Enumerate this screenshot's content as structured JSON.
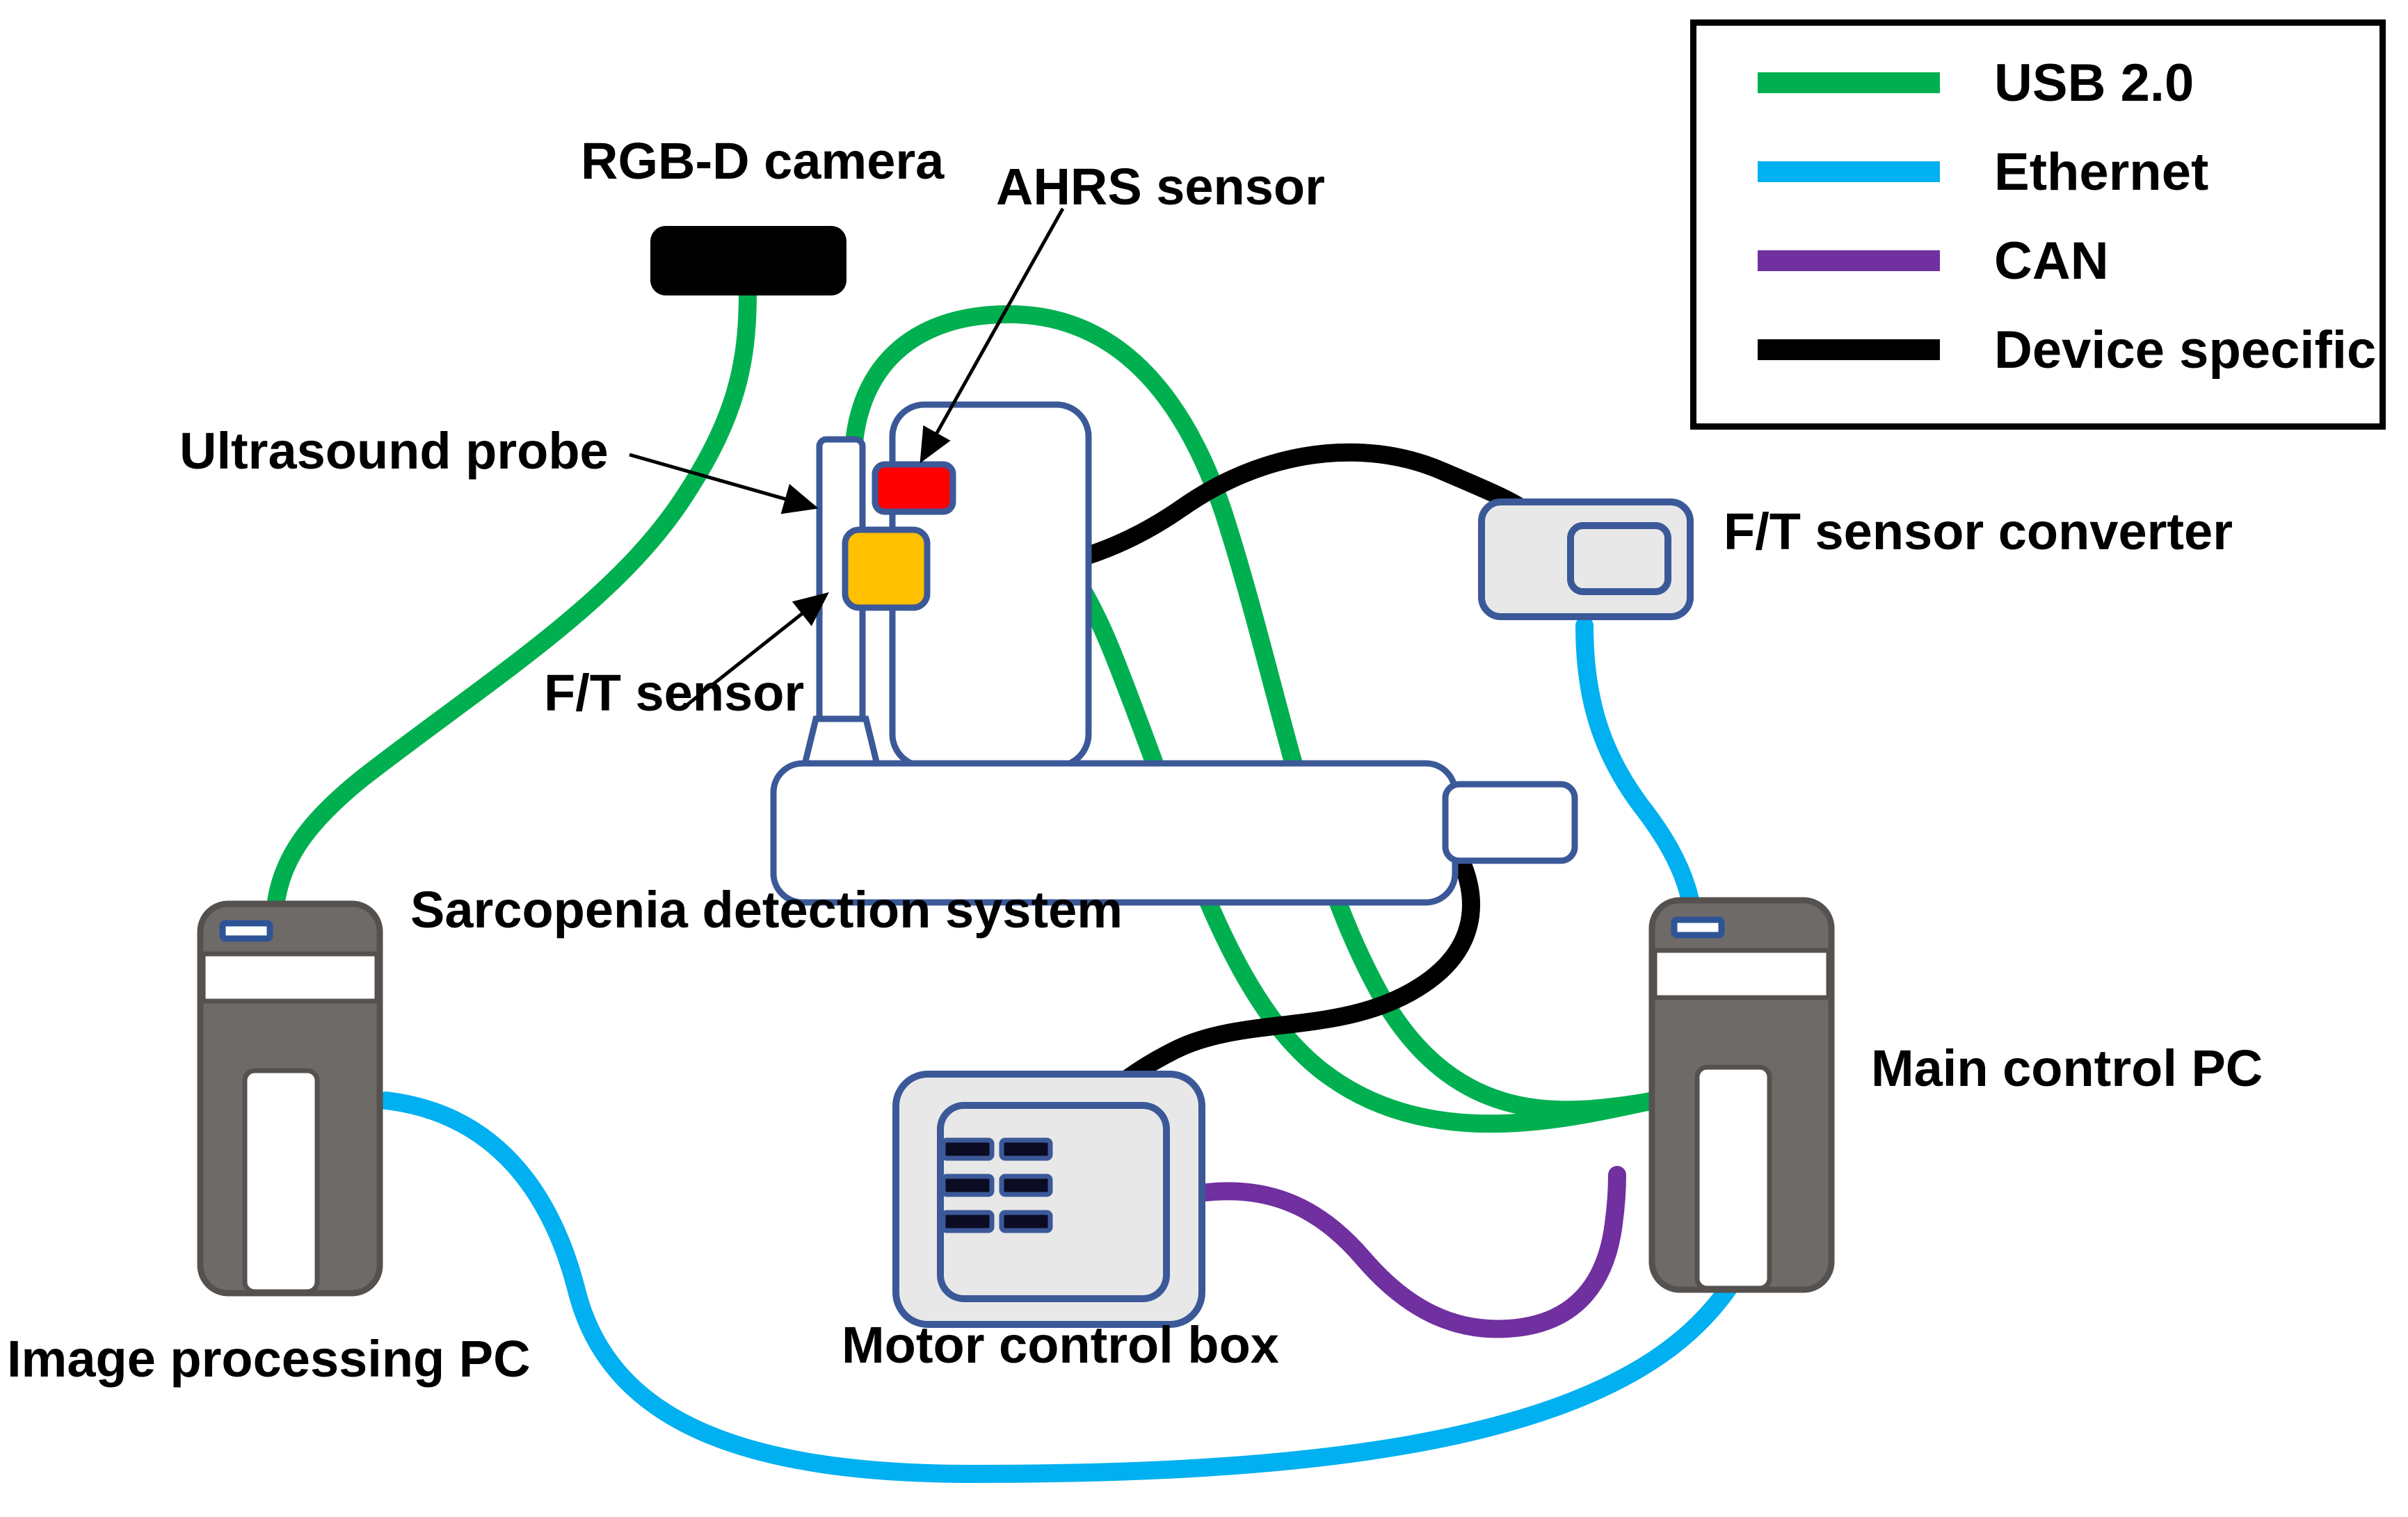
{
  "diagram": {
    "title": "Sarcopenia detection system connection diagram",
    "colors": {
      "usb": "#00B050",
      "ethernet": "#00B0F0",
      "can": "#7030A0",
      "device_specific": "#000000",
      "device_outline": "#3B5998",
      "device_fill": "#E8E8E8",
      "pc_body": "#6E6A67",
      "ahrs": "#FF0000",
      "ft_sensor": "#FFC000",
      "camera": "#000000"
    }
  },
  "legend": {
    "items": [
      {
        "label": "USB 2.0",
        "color": "#00B050",
        "icon": "line-swatch-icon"
      },
      {
        "label": "Ethernet",
        "color": "#00B0F0",
        "icon": "line-swatch-icon"
      },
      {
        "label": "CAN",
        "color": "#7030A0",
        "icon": "line-swatch-icon"
      },
      {
        "label": "Device specific",
        "color": "#000000",
        "icon": "line-swatch-icon"
      }
    ]
  },
  "labels": {
    "rgbd_camera": "RGB-D camera",
    "ahrs_sensor": "AHRS sensor",
    "ultrasound_probe": "Ultrasound probe",
    "ft_sensor": "F/T sensor",
    "ft_sensor_converter": "F/T sensor converter",
    "sarcopenia_system": "Sarcopenia detection system",
    "main_control_pc": "Main control PC",
    "image_processing_pc": "Image processing PC",
    "motor_control_box": "Motor control box"
  },
  "nodes": [
    {
      "id": "rgbd-camera",
      "name": "RGB-D camera"
    },
    {
      "id": "ahrs-sensor",
      "name": "AHRS sensor"
    },
    {
      "id": "ultrasound-probe",
      "name": "Ultrasound probe"
    },
    {
      "id": "ft-sensor",
      "name": "F/T sensor"
    },
    {
      "id": "ft-sensor-converter",
      "name": "F/T sensor converter"
    },
    {
      "id": "sarcopenia-system",
      "name": "Sarcopenia detection system"
    },
    {
      "id": "main-control-pc",
      "name": "Main control PC"
    },
    {
      "id": "image-processing-pc",
      "name": "Image processing PC"
    },
    {
      "id": "motor-control-box",
      "name": "Motor control box"
    }
  ],
  "connections": [
    {
      "from": "rgbd-camera",
      "to": "image-processing-pc",
      "type": "USB 2.0"
    },
    {
      "from": "ultrasound-probe",
      "to": "main-control-pc",
      "type": "USB 2.0"
    },
    {
      "from": "ahrs-sensor",
      "to": "main-control-pc",
      "type": "USB 2.0"
    },
    {
      "from": "ft-sensor",
      "to": "ft-sensor-converter",
      "type": "Device specific"
    },
    {
      "from": "ft-sensor-converter",
      "to": "main-control-pc",
      "type": "Ethernet"
    },
    {
      "from": "sarcopenia-system",
      "to": "motor-control-box",
      "type": "Device specific"
    },
    {
      "from": "motor-control-box",
      "to": "main-control-pc",
      "type": "CAN"
    },
    {
      "from": "image-processing-pc",
      "to": "main-control-pc",
      "type": "Ethernet"
    }
  ]
}
